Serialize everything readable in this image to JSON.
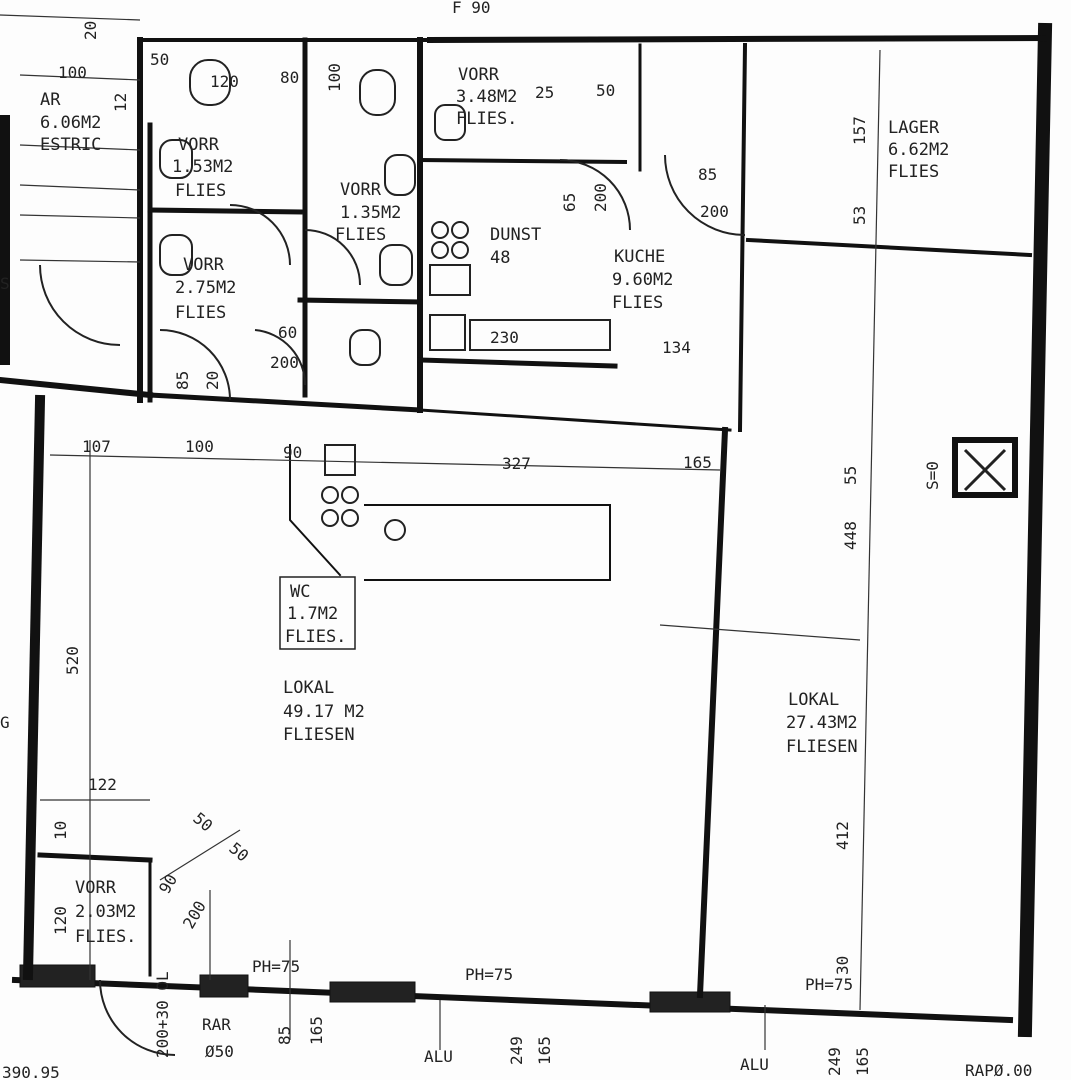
{
  "plan": {
    "rooms": {
      "ar": {
        "name": "AR",
        "area": "6.06M2",
        "floor": "ESTRIC"
      },
      "vorr1": {
        "name": "VORR",
        "area": "3.48M2",
        "floor": "FLIES."
      },
      "lager": {
        "name": "LAGER",
        "area": "6.62M2",
        "floor": "FLIES"
      },
      "vorr2": {
        "name": "VORR",
        "area": "1.53M2",
        "floor": "FLIES"
      },
      "vorr3": {
        "name": "VORR",
        "area": "1.35M2",
        "floor": "FLIES"
      },
      "dunst": {
        "name": "DUNST",
        "size": "48"
      },
      "kueche": {
        "name": "KUCHE",
        "area": "9.60M2",
        "floor": "FLIES"
      },
      "vorr4": {
        "name": "VORR",
        "area": "2.75M2",
        "floor": "FLIES"
      },
      "wc": {
        "name": "WC",
        "area": "1.7M2",
        "floor": "FLIES."
      },
      "lokal1": {
        "name": "LOKAL",
        "area": "49.17 M2",
        "floor": "FLIESEN"
      },
      "lokal2": {
        "name": "LOKAL",
        "area": "27.43M2",
        "floor": "FLIESEN"
      },
      "vorr5": {
        "name": "VORR",
        "area": "2.03M2",
        "floor": "FLIES."
      }
    },
    "dimensions": {
      "d_f90": "F 90",
      "d_20": "20",
      "d_100_top": "100",
      "d_12": "12",
      "d_50a": "50",
      "d_120": "120",
      "d_80": "80",
      "d_100b": "100",
      "d_25": "25",
      "d_50b": "50",
      "d_157": "157",
      "d_85a": "85",
      "d_200a": "200",
      "d_65": "65",
      "d_200b": "200",
      "d_53": "53",
      "d_230": "230",
      "d_134": "134",
      "d_60": "60",
      "d_200c": "200",
      "d_85b": "85",
      "d_20b": "20",
      "d_107": "107",
      "d_100c": "100",
      "d_90": "90",
      "d_327": "327",
      "d_165a": "165",
      "d_55": "55",
      "d_448": "448",
      "d_520": "520",
      "d_122": "122",
      "d_10": "10",
      "d_50c": "50",
      "d_50d": "50",
      "d_90b": "90",
      "d_200d": "200",
      "d_120b": "120",
      "d_412": "412",
      "d_30": "30",
      "d_ph75a": "PH=75",
      "d_ph75b": "PH=75",
      "d_ph75c": "PH=75",
      "d_rar": "RAR",
      "d_050": "Ø50",
      "d_85c": "85",
      "d_165b": "165",
      "d_alu1": "ALU",
      "d_249a": "249",
      "d_165c": "165",
      "d_alu2": "ALU",
      "d_249b": "249",
      "d_165d": "165",
      "d_rap": "RAPØ.00",
      "d_200_30": "200+30 OL",
      "d_390": "390.95",
      "d_s0": "S=0",
      "d_left_s": "S",
      "d_left_g": "G"
    }
  }
}
